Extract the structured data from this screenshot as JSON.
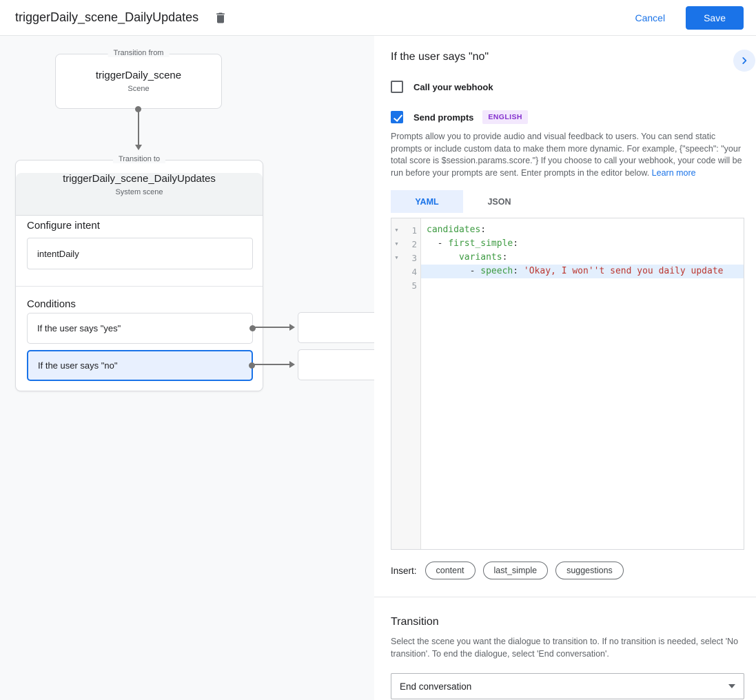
{
  "header": {
    "title": "triggerDaily_scene_DailyUpdates",
    "cancel_label": "Cancel",
    "save_label": "Save"
  },
  "diagram": {
    "from_box": {
      "legend": "Transition from",
      "title": "triggerDaily_scene",
      "subtitle": "Scene"
    },
    "to_box": {
      "legend": "Transition to",
      "title": "triggerDaily_scene_DailyUpdates",
      "subtitle": "System scene"
    },
    "configure_intent": {
      "heading": "Configure intent",
      "value": "intentDaily"
    },
    "conditions": {
      "heading": "Conditions",
      "items": [
        {
          "label": "If the user says \"yes\"",
          "selected": false
        },
        {
          "label": "If the user says \"no\"",
          "selected": true
        }
      ]
    }
  },
  "panel": {
    "heading": "If the user says \"no\"",
    "webhook": {
      "label": "Call your webhook",
      "checked": false
    },
    "send_prompts": {
      "label": "Send prompts",
      "badge": "ENGLISH",
      "checked": true
    },
    "description": "Prompts allow you to provide audio and visual feedback to users. You can send static prompts or include custom data to make them more dynamic. For example, {\"speech\": \"your total score is $session.params.score.\"} If you choose to call your webhook, your code will be run before your prompts are sent. Enter prompts in the editor below. ",
    "learn_more_label": "Learn more",
    "tabs": {
      "yaml": "YAML",
      "json": "JSON",
      "active": "YAML"
    },
    "editor": {
      "language": "yaml",
      "lines": [
        {
          "num": "1",
          "tokens": {
            "a": "candidates",
            "b": ":"
          }
        },
        {
          "num": "2",
          "tokens": {
            "a": "  - ",
            "b": "first_simple",
            "c": ":"
          }
        },
        {
          "num": "3",
          "tokens": {
            "a": "      ",
            "b": "variants",
            "c": ":"
          }
        },
        {
          "num": "4",
          "tokens": {
            "a": "        - ",
            "b": "speech",
            "c": ": ",
            "d": "'Okay, I won''t send you daily update"
          }
        },
        {
          "num": "5",
          "tokens": {}
        }
      ]
    },
    "insert": {
      "label": "Insert:",
      "pills": [
        {
          "label": "content"
        },
        {
          "label": "last_simple"
        },
        {
          "label": "suggestions"
        }
      ]
    },
    "transition": {
      "heading": "Transition",
      "description": "Select the scene you want the dialogue to transition to. If no transition is needed, select 'No transition'. To end the dialogue, select 'End conversation'.",
      "selected_value": "End conversation"
    }
  },
  "colors": {
    "accent_blue": "#1a73e8",
    "selected_condition_bg": "#e8f0fe",
    "badge_purple": "#8430ce",
    "code_key_green": "#3c9a40",
    "code_string_red": "#bb3730",
    "line_highlight": "#e3effd"
  }
}
